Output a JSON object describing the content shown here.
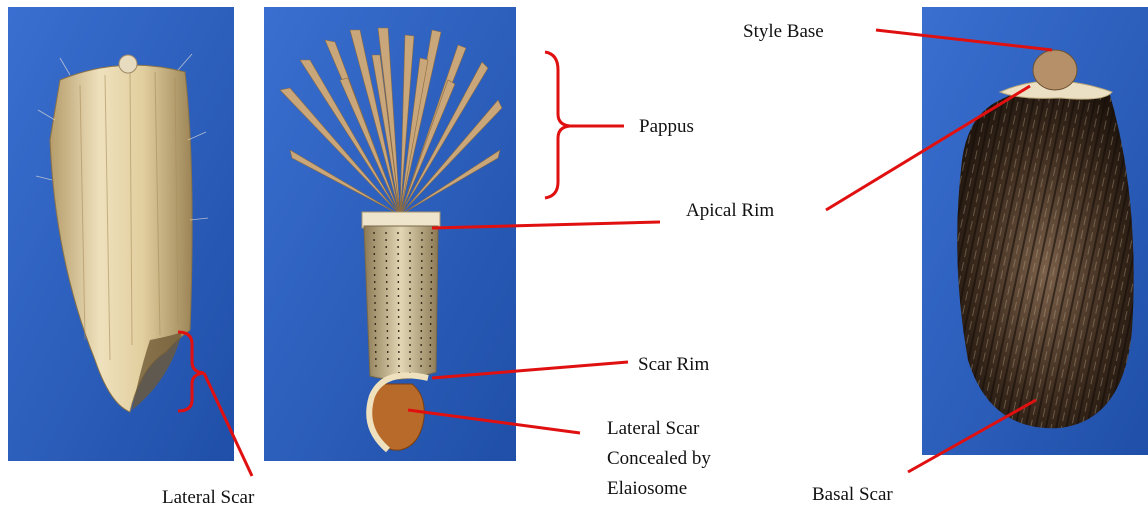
{
  "labels": {
    "style_base": "Style Base",
    "pappus": "Pappus",
    "apical_rim": "Apical Rim",
    "scar_rim": "Scar Rim",
    "lateral_scar_concealed_line1": "Lateral Scar",
    "lateral_scar_concealed_line2": "Concealed by",
    "lateral_scar_concealed_line3": "Elaiosome",
    "lateral_scar": "Lateral Scar",
    "basal_scar": "Basal Scar"
  },
  "colors": {
    "background_blue": "#2f63c4",
    "leader_line": "#e01010",
    "seed_pale": "#d9c79c",
    "seed_dark": "#3a2a1c",
    "pappus": "#c9a77a",
    "elaiosome": "#b86a2a"
  }
}
